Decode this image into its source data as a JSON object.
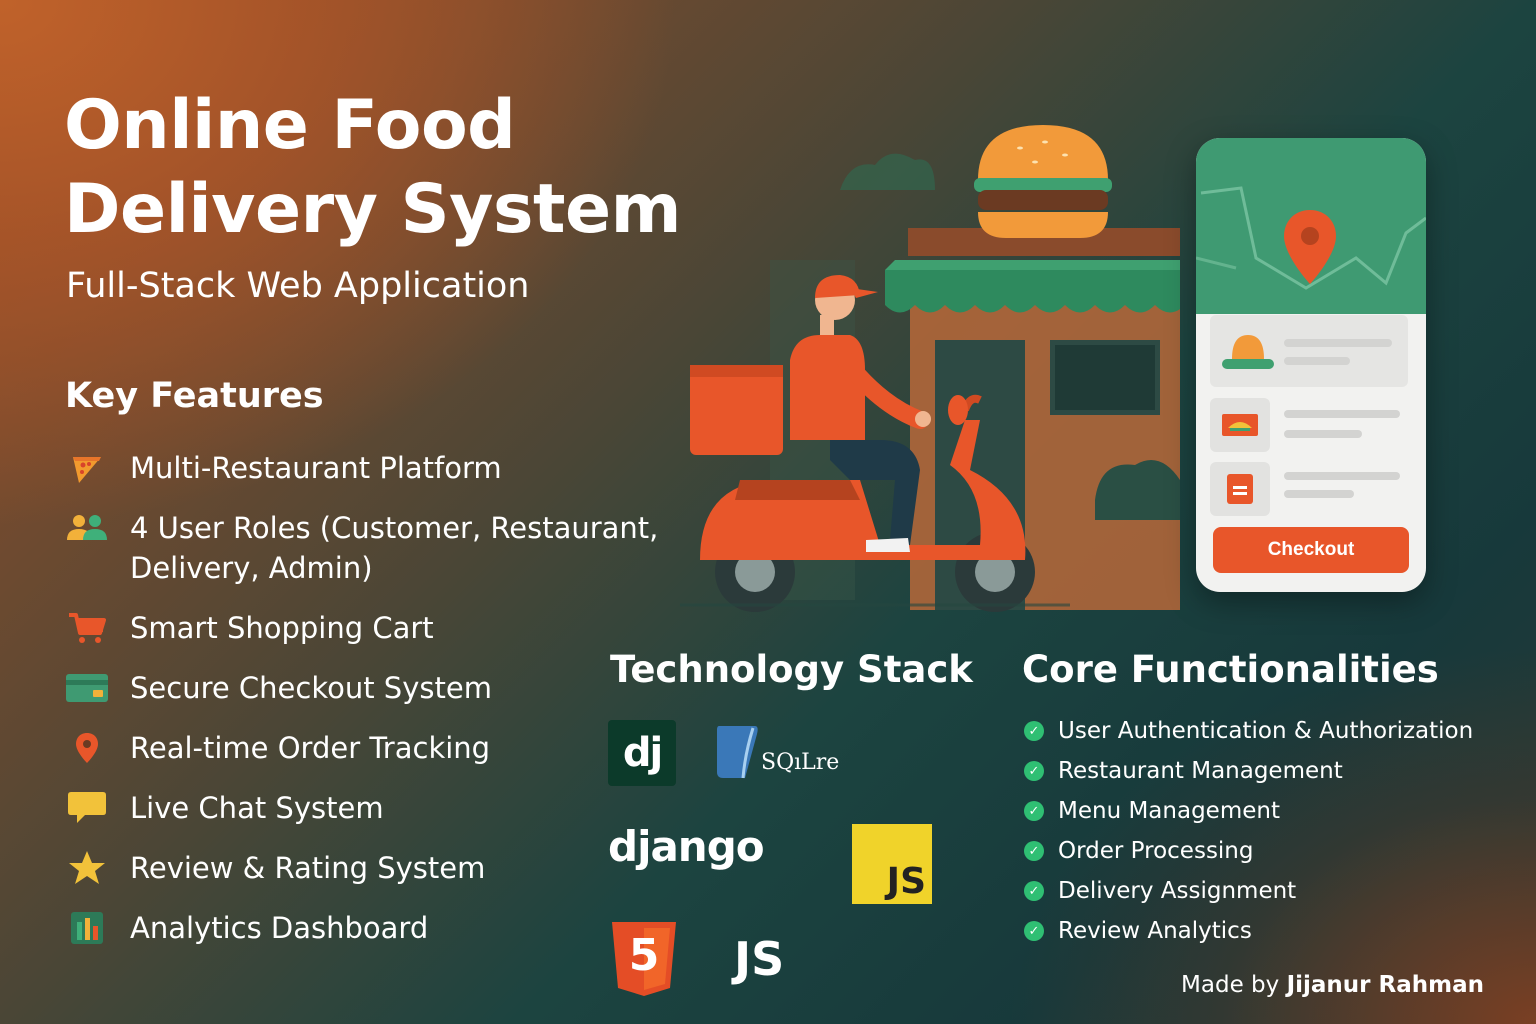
{
  "headline": {
    "title": "Online Food Delivery System",
    "subtitle": "Full-Stack Web Application"
  },
  "key_features": {
    "heading": "Key Features",
    "items": [
      {
        "label": "Multi-Restaurant Platform",
        "icon": "pizza-icon"
      },
      {
        "label": "4 User Roles (Customer, Restaurant, Delivery, Admin)",
        "icon": "users-icon"
      },
      {
        "label": "Smart Shopping Cart",
        "icon": "cart-icon"
      },
      {
        "label": "Secure Checkout System",
        "icon": "credit-card-icon"
      },
      {
        "label": "Real-time Order Tracking",
        "icon": "location-pin-icon"
      },
      {
        "label": "Live Chat System",
        "icon": "chat-bubble-icon"
      },
      {
        "label": "Review & Rating System",
        "icon": "star-icon"
      },
      {
        "label": "Analytics Dashboard",
        "icon": "bar-chart-icon"
      }
    ]
  },
  "tech_stack": {
    "heading": "Technology Stack",
    "logos": {
      "dj": "dj",
      "sqlite": "SQıLre",
      "django": "django",
      "js_badge": "JS",
      "html5": "5",
      "js_text": "JS"
    }
  },
  "core": {
    "heading": "Core Functionalities",
    "items": [
      "User Authentication & Authorization",
      "Restaurant Management",
      "Menu Management",
      "Order Processing",
      "Delivery Assignment",
      "Review Analytics"
    ]
  },
  "phone": {
    "checkout_label": "Checkout"
  },
  "footer": {
    "prefix": "Made by ",
    "author": "Jijanur Rahman"
  },
  "colors": {
    "accent": "#e8562a",
    "green": "#3f9a72",
    "check": "#2fbf73"
  }
}
